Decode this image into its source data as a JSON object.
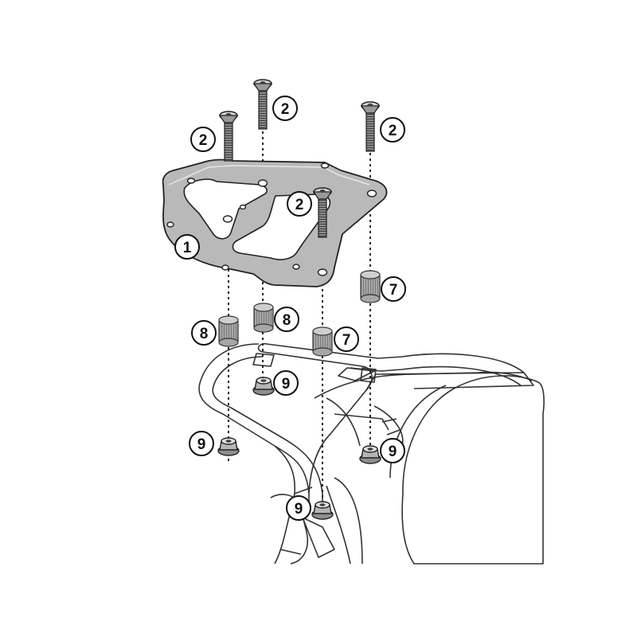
{
  "diagram": {
    "callouts": [
      {
        "label": "1",
        "part": "mounting-plate"
      },
      {
        "label": "2",
        "part": "screw"
      },
      {
        "label": "2",
        "part": "screw"
      },
      {
        "label": "2",
        "part": "screw"
      },
      {
        "label": "2",
        "part": "screw"
      },
      {
        "label": "7",
        "part": "spacer"
      },
      {
        "label": "7",
        "part": "spacer"
      },
      {
        "label": "8",
        "part": "spacer"
      },
      {
        "label": "8",
        "part": "spacer"
      },
      {
        "label": "9",
        "part": "flange-nut"
      },
      {
        "label": "9",
        "part": "flange-nut"
      },
      {
        "label": "9",
        "part": "flange-nut"
      },
      {
        "label": "9",
        "part": "flange-nut"
      }
    ],
    "colors": {
      "line": "#222222",
      "plate_fill": "#b9b9b9",
      "screw_fill": "#8a8a8a",
      "spacer_fill": "#a6a6a6",
      "background": "#ffffff"
    }
  }
}
